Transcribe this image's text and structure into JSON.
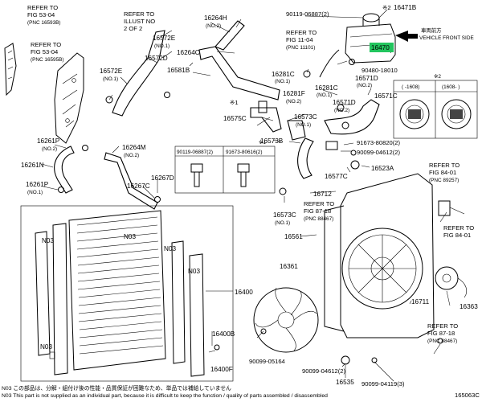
{
  "labels": {
    "refer_fig_53_04_a": "REFER TO",
    "refer_fig_53_04_a2": "FIG 53-04",
    "refer_fig_53_04_a3": "(PNC 16593B)",
    "refer_fig_53_04_b": "REFER TO",
    "refer_fig_53_04_b2": "FIG 53-04",
    "refer_fig_53_04_b3": "(PNC 16595B)",
    "refer_illust_1": "REFER TO",
    "refer_illust_2": "ILLUST NO",
    "refer_illust_3": "2 OF 2",
    "p16264H": "16264H",
    "p16264H_no": "(NO.2)",
    "p16572E_top": "16572E",
    "p16572E_top_no": "(NO.1)",
    "p16572D": "16572D",
    "p16264C": "16264C",
    "p16581B": "16581B",
    "p16572E": "16572E",
    "p16572E_no": "(NO.1)",
    "p90119_top": "90119-06887(2)",
    "refer_fig_11_04_a": "REFER TO",
    "refer_fig_11_04_b": "FIG 11-04",
    "refer_fig_11_04_c": "(PNC 11101)",
    "p16471B": "16471B",
    "jp_front": "車両前方",
    "vehicle_front_side": "VEHICLE FRONT SIDE",
    "p16470": "16470",
    "p90480": "90480-18010",
    "p16571D_top": "16571D",
    "p16571D_top_no": "(NO.2)",
    "p16281C_a": "16281C",
    "p16281C_a_no": "(NO.1)",
    "p16281C_b": "16281C",
    "p16281C_b_no": "(NO.1)",
    "p16571D": "16571D",
    "p16571D_no": "(NO.2)",
    "p16571C": "16571C",
    "p16281F": "16281F",
    "p16281F_no": "(NO.2)",
    "p16575C": "16575C",
    "p16573C_top": "16573C",
    "p16573C_top_no": "(NO.1)",
    "star1_a": "※1",
    "star2_a": "※2",
    "p16573B": "16573B",
    "p91673_80820": "91673-80820(2)",
    "p90099_04612_top": "90099-04612(2)",
    "p16577C": "16577C",
    "p16523A": "16523A",
    "p16261P_top": "16261P",
    "p16261P_top_no": "(NO.2)",
    "p16264M": "16264M",
    "p16264M_no": "(NO.2)",
    "p16261N": "16261N",
    "p16261P": "16261P",
    "p16261P_no": "(NO.1)",
    "p16267C": "16267C",
    "p16267D": "16267D",
    "box_l": "90119-06887(2)",
    "box_r": "91673-80616(2)",
    "box_star": "※1",
    "p16712": "16712",
    "refer_fig_84_01_a": "REFER TO",
    "refer_fig_84_01_a2": "FIG 84-01",
    "refer_fig_84_01_a3": "(PNC 89257)",
    "refer_fig_87_18_a": "REFER TO",
    "refer_fig_87_18_a2": "FIG 87-18",
    "refer_fig_87_18_a3": "(PNC 88467)",
    "p16573C": "16573C",
    "p16573C_no": "(NO.1)",
    "p16561": "16561",
    "refer_fig_84_01_b": "REFER TO",
    "refer_fig_84_01_b2": "FIG 84-01",
    "n03_a": "N03",
    "n03_b": "N03",
    "n03_c": "N03",
    "n03_d": "N03",
    "n03_e": "N03",
    "p16361": "16361",
    "p16400": "16400",
    "p16711": "16711",
    "p16363": "16363",
    "p16400B": "16400B",
    "p16400F": "16400F",
    "p90099_05164": "90099-05164",
    "refer_fig_87_18_b": "REFER TO",
    "refer_fig_87_18_b2": "FIG 87-18",
    "refer_fig_87_18_b3": "(PNC 88467)",
    "p90099_04612": "90099-04612(2)",
    "p16535": "16535",
    "p90099_04119": "90099-04119(3)",
    "ref_code": "165063C",
    "cap_star2": "※2",
    "cap_head_a": "( -1608)",
    "cap_head_b": "(1608- )"
  },
  "footnotes": {
    "n03_jp": "N03 この部品は、分解・組付け後の性能・品質保証が困難なため、単品では補給していません",
    "n03_en": "N03  This part is not supplied as an individual part, because it is difficult to keep the function / quality of parts assembled / disassembled"
  },
  "colors": {
    "highlight": "#22c55e",
    "line": "#000000",
    "background": "#ffffff"
  }
}
